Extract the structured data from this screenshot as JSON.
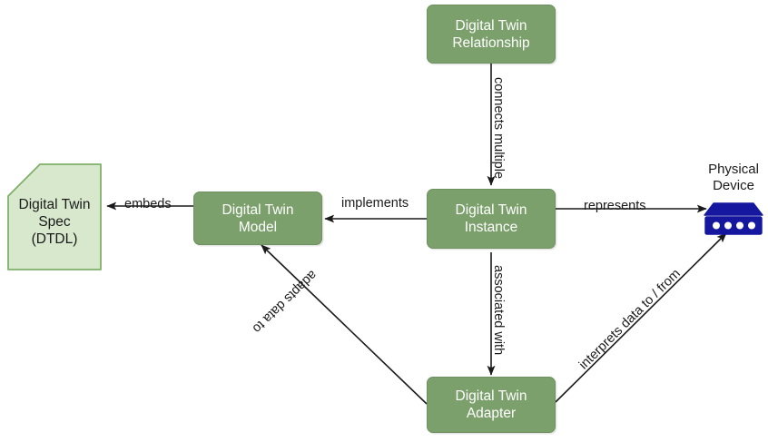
{
  "diagram": {
    "title": "Digital Twin architecture relationships",
    "colors": {
      "node_fill": "#7ba06b",
      "node_stroke": "#6d9160",
      "node_text": "#ffffff",
      "doc_fill": "#d7e8cd",
      "doc_stroke": "#7fb069",
      "device_fill": "#15179e",
      "device_dots": "#ffffff",
      "edge": "#1a1a1a",
      "background": "#ffffff"
    },
    "nodes": [
      {
        "id": "relationship",
        "label": "Digital Twin\nRelationship",
        "shape": "rounded-rect"
      },
      {
        "id": "instance",
        "label": "Digital Twin\nInstance",
        "shape": "rounded-rect"
      },
      {
        "id": "model",
        "label": "Digital Twin\nModel",
        "shape": "rounded-rect"
      },
      {
        "id": "adapter",
        "label": "Digital Twin\nAdapter",
        "shape": "rounded-rect"
      },
      {
        "id": "spec",
        "label": "Digital Twin\nSpec\n(DTDL)",
        "shape": "document"
      },
      {
        "id": "device",
        "label": "Physical\nDevice",
        "shape": "device-icon"
      }
    ],
    "edges": [
      {
        "id": "connects",
        "from": "relationship",
        "to": "instance",
        "label": "connects multiple",
        "orientation": "vertical-down"
      },
      {
        "id": "implements",
        "from": "instance",
        "to": "model",
        "label": "implements",
        "orientation": "horizontal-left"
      },
      {
        "id": "embeds",
        "from": "model",
        "to": "spec",
        "label": "embeds",
        "orientation": "horizontal-left"
      },
      {
        "id": "represents",
        "from": "instance",
        "to": "device",
        "label": "represents",
        "orientation": "horizontal-right"
      },
      {
        "id": "associated",
        "from": "instance",
        "to": "adapter",
        "label": "associated with",
        "orientation": "vertical-down"
      },
      {
        "id": "adapts",
        "from": "adapter",
        "to": "model",
        "label": "adapts data to",
        "orientation": "diagonal-up-left"
      },
      {
        "id": "interprets",
        "from": "adapter",
        "to": "device",
        "label": "interprets data to / from",
        "orientation": "diagonal-up-right"
      }
    ]
  }
}
